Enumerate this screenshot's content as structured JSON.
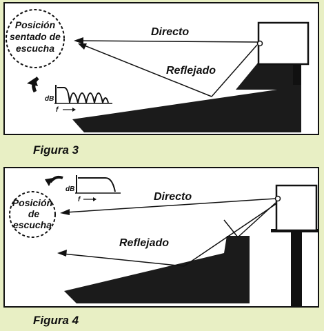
{
  "figure3": {
    "caption": "Figura 3",
    "listener_lines": [
      "Posición",
      "sentado de",
      "escucha"
    ],
    "direct_label": "Directo",
    "reflected_label": "Reflejado",
    "response_axis_y": "dB",
    "response_axis_x": "f"
  },
  "figure4": {
    "caption": "Figura 4",
    "listener_lines": [
      "Posición",
      "de",
      "escucha"
    ],
    "direct_label": "Directo",
    "reflected_label": "Reflejado",
    "response_axis_y": "dB",
    "response_axis_x": "f"
  }
}
